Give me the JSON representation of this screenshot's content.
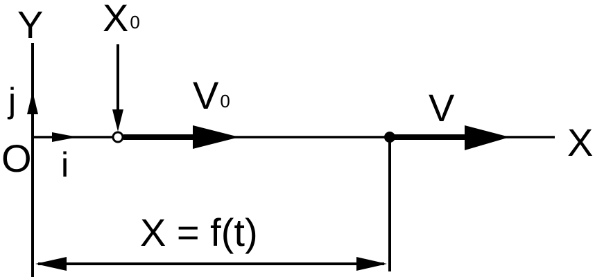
{
  "diagram": {
    "axis_y_label": "Y",
    "axis_x_label": "X",
    "origin_label": "O",
    "unit_i_label": "i",
    "unit_j_label": "j",
    "initial_position_label": "X",
    "initial_position_subscript": "0",
    "initial_velocity_label": "V",
    "initial_velocity_subscript": "0",
    "velocity_label": "V",
    "displacement_label": "X = f(t)"
  }
}
